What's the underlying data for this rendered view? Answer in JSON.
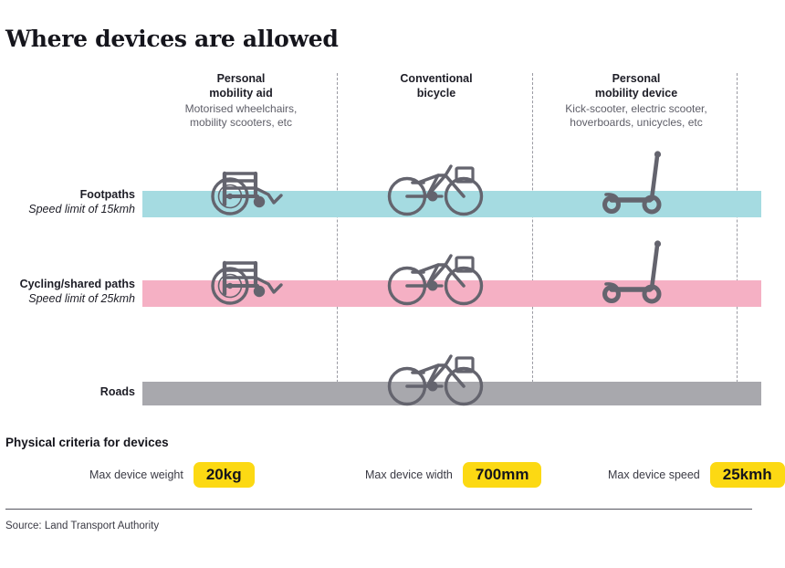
{
  "title": "Where devices are allowed",
  "columns": [
    {
      "id": "personal-mobility-aid",
      "title_line1": "Personal",
      "title_line2": "mobility aid",
      "sub_line1": "Motorised wheelchairs,",
      "sub_line2": "mobility scooters, etc",
      "icon": "wheelchair-icon"
    },
    {
      "id": "conventional-bicycle",
      "title_line1": "Conventional",
      "title_line2": "bicycle",
      "sub_line1": "",
      "sub_line2": "",
      "icon": "bicycle-icon"
    },
    {
      "id": "personal-mobility-device",
      "title_line1": "Personal",
      "title_line2": "mobility device",
      "sub_line1": "Kick-scooter, electric scooter,",
      "sub_line2": "hoverboards, unicycles, etc",
      "icon": "kick-scooter-icon"
    }
  ],
  "rows": [
    {
      "id": "footpaths",
      "label": "Footpaths",
      "sublabel": "Speed limit of 15kmh",
      "color": "#a5dbe1",
      "allowed": [
        "personal-mobility-aid",
        "conventional-bicycle",
        "personal-mobility-device"
      ]
    },
    {
      "id": "cycling-shared-paths",
      "label": "Cycling/shared paths",
      "sublabel": "Speed limit of 25kmh",
      "color": "#f5b0c4",
      "allowed": [
        "personal-mobility-aid",
        "conventional-bicycle",
        "personal-mobility-device"
      ]
    },
    {
      "id": "roads",
      "label": "Roads",
      "sublabel": "",
      "color": "#a8a8ad",
      "allowed": [
        "conventional-bicycle"
      ]
    }
  ],
  "criteria": {
    "heading": "Physical criteria for devices",
    "items": [
      {
        "label": "Max device weight",
        "value": "20kg"
      },
      {
        "label": "Max device width",
        "value": "700mm"
      },
      {
        "label": "Max device speed",
        "value": "25kmh"
      }
    ],
    "pill_color": "#fcd913"
  },
  "footer": {
    "source": "Source: Land Transport Authority"
  },
  "icon_color": "#64646e"
}
